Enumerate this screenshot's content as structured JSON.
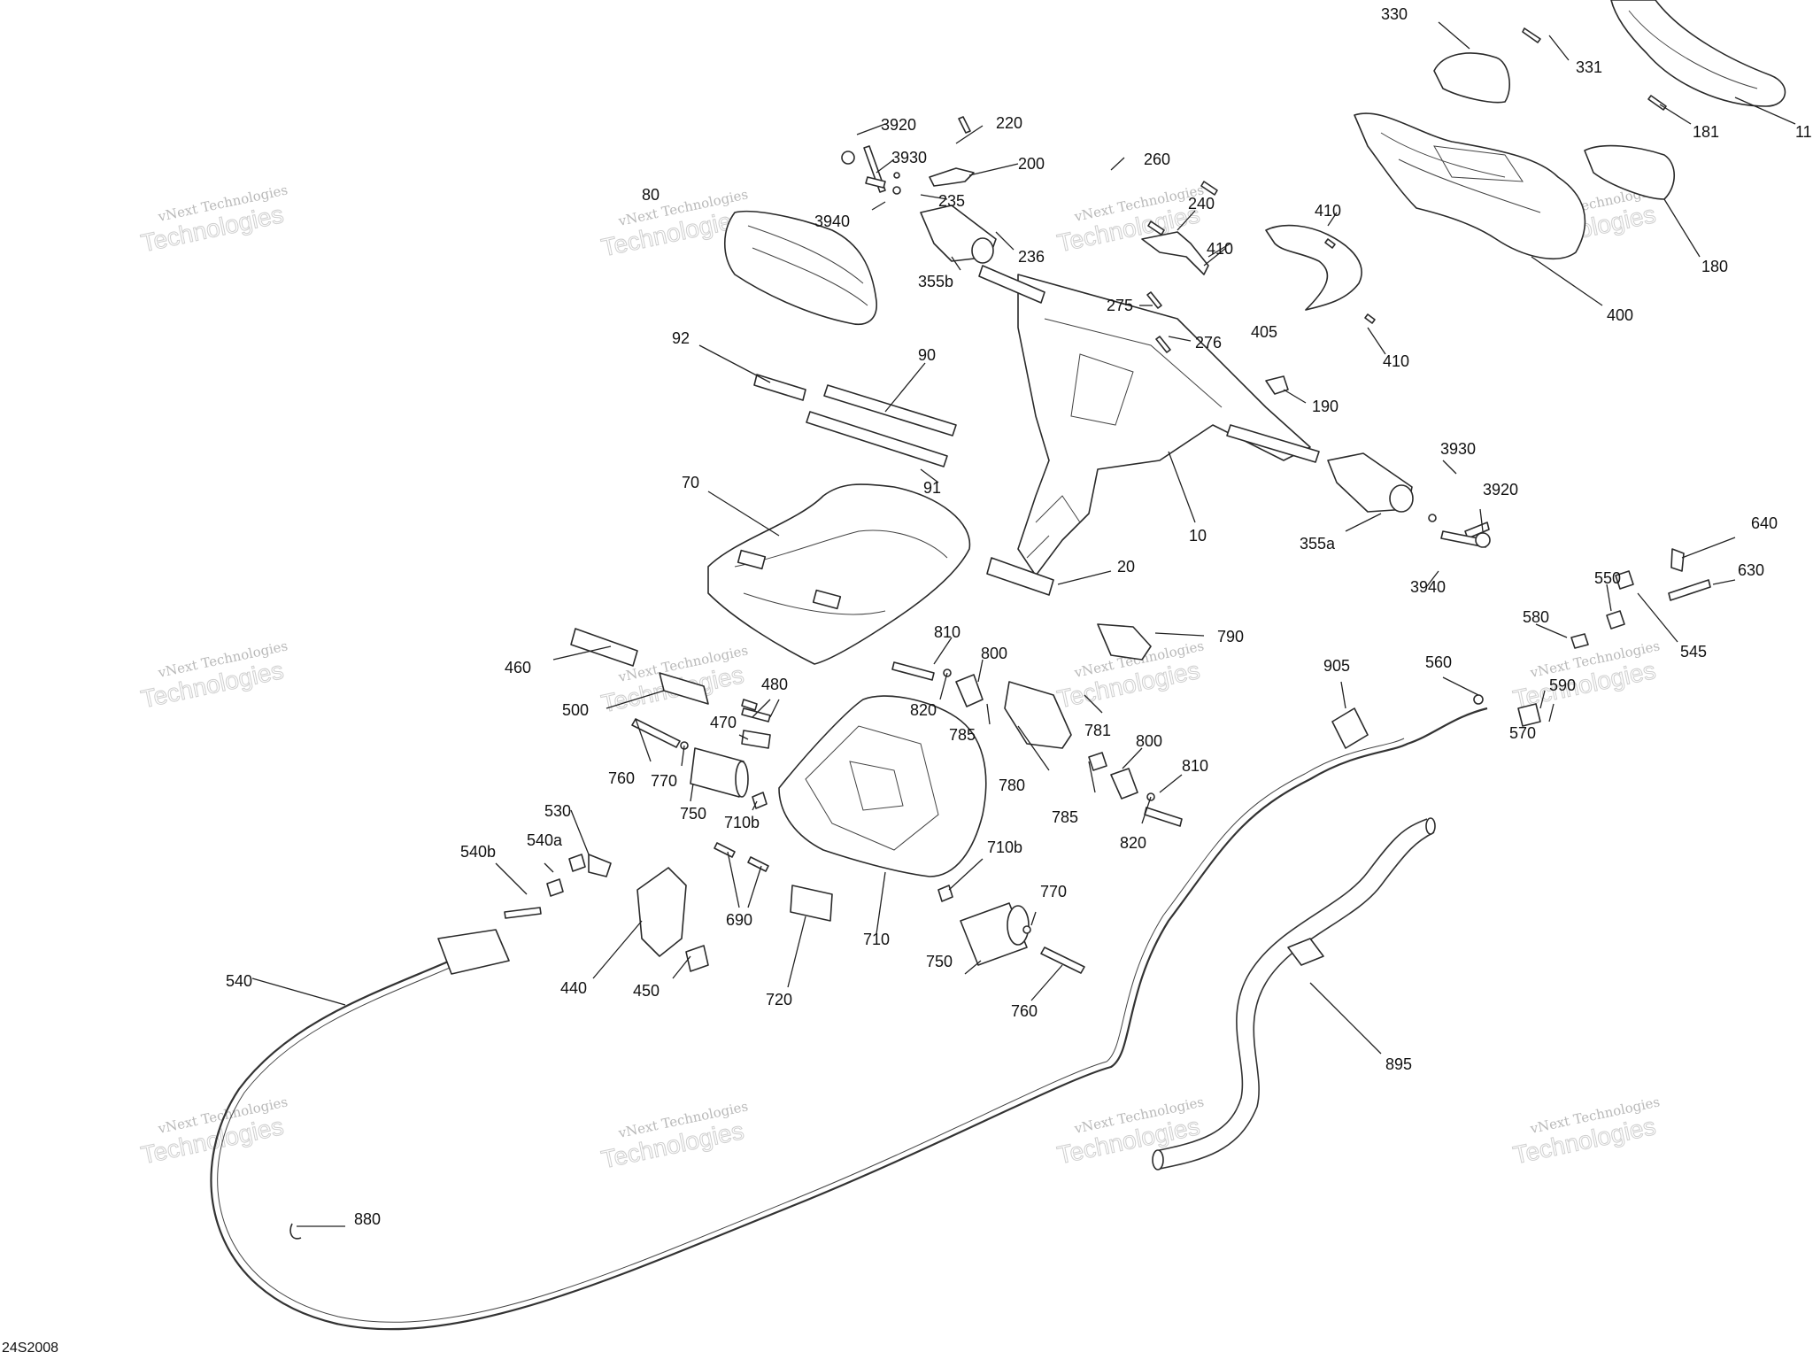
{
  "diagram": {
    "code": "24S2008",
    "watermark": {
      "line1": "vNext Technologies",
      "line2": "Technologies",
      "sub": "vNext"
    },
    "callouts": [
      {
        "id": "c330",
        "label": "330"
      },
      {
        "id": "c331",
        "label": "331"
      },
      {
        "id": "c11",
        "label": "11"
      },
      {
        "id": "c181",
        "label": "181"
      },
      {
        "id": "c180",
        "label": "180"
      },
      {
        "id": "c400",
        "label": "400"
      },
      {
        "id": "c3920a",
        "label": "3920"
      },
      {
        "id": "c220",
        "label": "220"
      },
      {
        "id": "c3930a",
        "label": "3930"
      },
      {
        "id": "c200",
        "label": "200"
      },
      {
        "id": "c3940a",
        "label": "3940"
      },
      {
        "id": "c80",
        "label": "80"
      },
      {
        "id": "c235",
        "label": "235"
      },
      {
        "id": "c236",
        "label": "236"
      },
      {
        "id": "c355b",
        "label": "355b"
      },
      {
        "id": "c260",
        "label": "260"
      },
      {
        "id": "c240",
        "label": "240"
      },
      {
        "id": "c410a",
        "label": "410"
      },
      {
        "id": "c410b",
        "label": "410"
      },
      {
        "id": "c410c",
        "label": "410"
      },
      {
        "id": "c405",
        "label": "405"
      },
      {
        "id": "c275",
        "label": "275"
      },
      {
        "id": "c276",
        "label": "276"
      },
      {
        "id": "c190",
        "label": "190"
      },
      {
        "id": "c92",
        "label": "92"
      },
      {
        "id": "c90",
        "label": "90"
      },
      {
        "id": "c91",
        "label": "91"
      },
      {
        "id": "c70",
        "label": "70"
      },
      {
        "id": "c10",
        "label": "10"
      },
      {
        "id": "c3930b",
        "label": "3930"
      },
      {
        "id": "c3920b",
        "label": "3920"
      },
      {
        "id": "c355a",
        "label": "355a"
      },
      {
        "id": "c3940b",
        "label": "3940"
      },
      {
        "id": "c640",
        "label": "640"
      },
      {
        "id": "c630",
        "label": "630"
      },
      {
        "id": "c20",
        "label": "20"
      },
      {
        "id": "c550",
        "label": "550"
      },
      {
        "id": "c545",
        "label": "545"
      },
      {
        "id": "c580",
        "label": "580"
      },
      {
        "id": "c590",
        "label": "590"
      },
      {
        "id": "c570",
        "label": "570"
      },
      {
        "id": "c810a",
        "label": "810"
      },
      {
        "id": "c800a",
        "label": "800"
      },
      {
        "id": "c790",
        "label": "790"
      },
      {
        "id": "c905",
        "label": "905"
      },
      {
        "id": "c560",
        "label": "560"
      },
      {
        "id": "c460",
        "label": "460"
      },
      {
        "id": "c480",
        "label": "480"
      },
      {
        "id": "c500",
        "label": "500"
      },
      {
        "id": "c820a",
        "label": "820"
      },
      {
        "id": "c785a",
        "label": "785"
      },
      {
        "id": "c781",
        "label": "781"
      },
      {
        "id": "c470",
        "label": "470"
      },
      {
        "id": "c780",
        "label": "780"
      },
      {
        "id": "c800b",
        "label": "800"
      },
      {
        "id": "c810b",
        "label": "810"
      },
      {
        "id": "c760a",
        "label": "760"
      },
      {
        "id": "c770a",
        "label": "770"
      },
      {
        "id": "c750a",
        "label": "750"
      },
      {
        "id": "c710b_a",
        "label": "710b"
      },
      {
        "id": "c785b",
        "label": "785"
      },
      {
        "id": "c820b",
        "label": "820"
      },
      {
        "id": "c530",
        "label": "530"
      },
      {
        "id": "c540a",
        "label": "540a"
      },
      {
        "id": "c540b",
        "label": "540b"
      },
      {
        "id": "c710b_b",
        "label": "710b"
      },
      {
        "id": "c690",
        "label": "690"
      },
      {
        "id": "c770b",
        "label": "770"
      },
      {
        "id": "c710",
        "label": "710"
      },
      {
        "id": "c750b",
        "label": "750"
      },
      {
        "id": "c540",
        "label": "540"
      },
      {
        "id": "c440",
        "label": "440"
      },
      {
        "id": "c450",
        "label": "450"
      },
      {
        "id": "c720",
        "label": "720"
      },
      {
        "id": "c760b",
        "label": "760"
      },
      {
        "id": "c895",
        "label": "895"
      },
      {
        "id": "c880",
        "label": "880"
      }
    ]
  }
}
